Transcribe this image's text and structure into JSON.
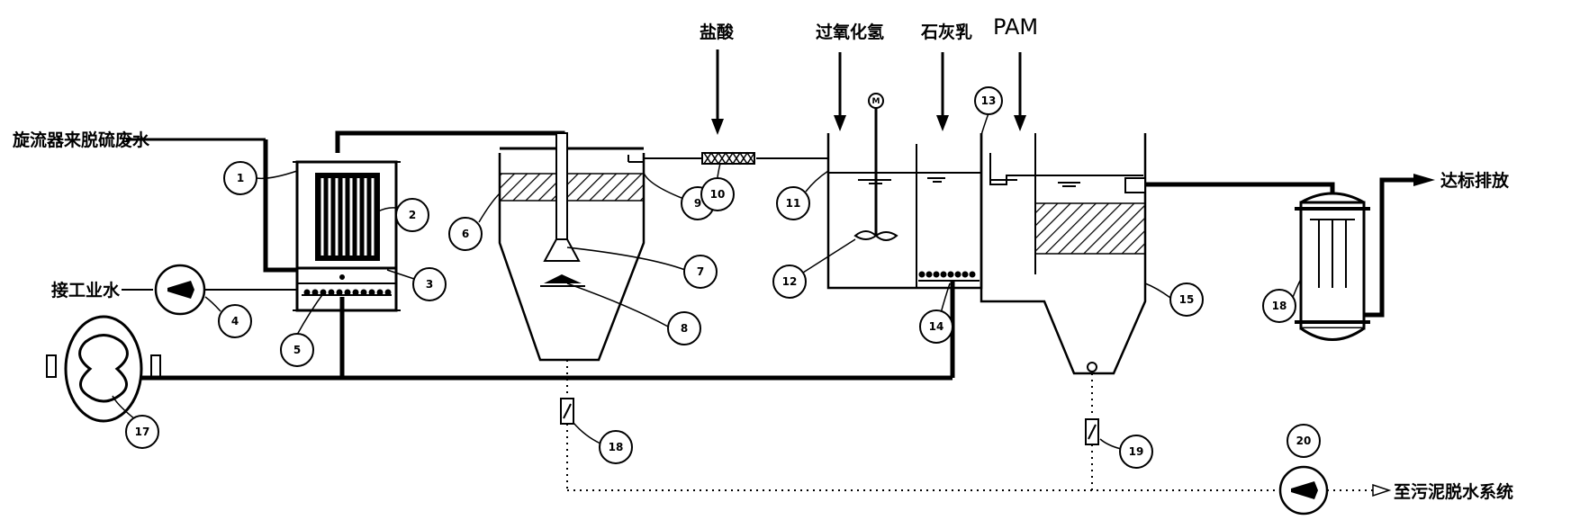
{
  "labels": {
    "feed_water": "旋流器来脱硫废水",
    "industrial_water": "接工业水",
    "hcl": "盐酸",
    "h2o2": "过氧化氢",
    "lime_milk": "石灰乳",
    "pam": "PAM",
    "discharge": "达标排放",
    "to_sludge": "至污泥脱水系统"
  },
  "callouts": [
    "1",
    "2",
    "3",
    "4",
    "5",
    "6",
    "7",
    "8",
    "9",
    "10",
    "11",
    "12",
    "13",
    "14",
    "15",
    "18",
    "17",
    "18",
    "19",
    "20"
  ],
  "motor_symbol": "M"
}
